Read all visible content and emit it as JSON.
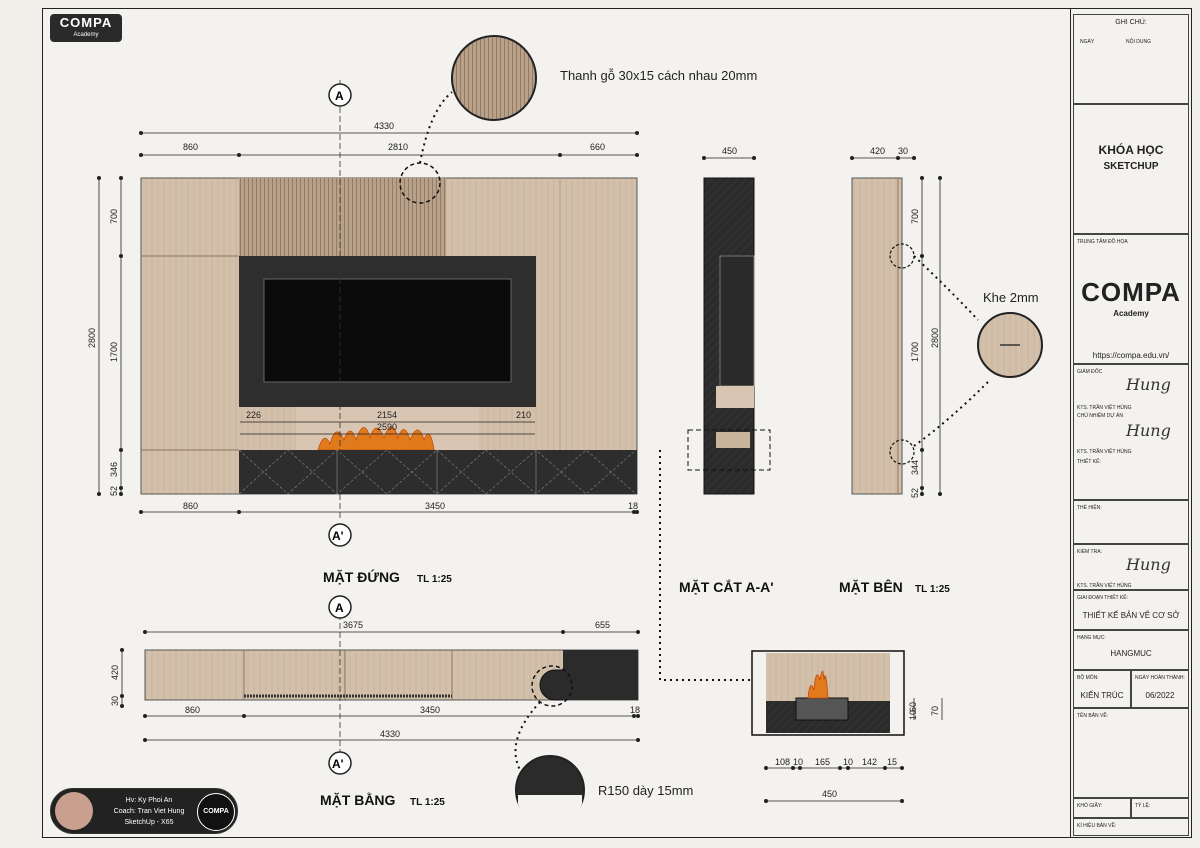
{
  "brand": {
    "name": "COMPA",
    "sub": "Academy",
    "website": "https://compa.edu.vn/"
  },
  "notes": {
    "slat": "Thanh gỗ 30x15 cách nhau 20mm",
    "gap": "Khe 2mm",
    "radius": "R150 dày 15mm"
  },
  "views": {
    "front": {
      "title": "MẶT ĐỨNG",
      "scale": "TL 1:25"
    },
    "section": {
      "title": "MẶT CẮT A-A'"
    },
    "side": {
      "title": "MẶT BÊN",
      "scale": "TL 1:25"
    },
    "plan": {
      "title": "MẶT BẰNG",
      "scale": "TL 1:25"
    }
  },
  "markers": {
    "a": "A",
    "a_prime": "A'"
  },
  "dims": {
    "front": {
      "total_w": "4330",
      "w1": "860",
      "w2": "2810",
      "w3": "660",
      "bot1": "860",
      "bot2": "3450",
      "bot3": "18",
      "h_total": "2800",
      "h1": "700",
      "h2": "1700",
      "h3": "346",
      "h4": "52",
      "fp_left": "226",
      "fp_mid": "2154",
      "fp_right": "210",
      "fp_total": "2590"
    },
    "section": {
      "w": "450"
    },
    "side": {
      "w1": "420",
      "w2": "30",
      "h1": "700",
      "h2": "1700",
      "h3": "344",
      "h4": "52",
      "h_total": "2800"
    },
    "plan": {
      "top1": "3675",
      "top2": "655",
      "h1": "420",
      "h2": "30",
      "b1": "860",
      "b2": "3450",
      "b3": "18",
      "total": "4330"
    },
    "detail": {
      "d1": "108",
      "d2": "10",
      "d3": "165",
      "d4": "10",
      "d5": "142",
      "d6": "15",
      "total": "450",
      "v1": "60",
      "v2": "10",
      "v3": "70"
    }
  },
  "titleblock": {
    "notes_header": "GHI CHÚ:",
    "col_date": "NGÀY",
    "col_content": "NỘI DUNG",
    "course": "KHÓA HỌC",
    "course_sub": "SKETCHUP",
    "center_label": "TRUNG TÂM ĐỒ HỌA",
    "director_label": "GIÁM ĐỐC",
    "director_name": "KTS. TRẦN VIỆT HÙNG",
    "pm_label": "CHỦ NHIỆM DỰ ÁN",
    "pm_name": "KTS. TRẦN VIỆT HÙNG",
    "design_label": "THIẾT KẾ:",
    "drawn_label": "THỂ HIỆN:",
    "check_label": "KIỂM TRA:",
    "check_name": "KTS. TRẦN VIỆT HÙNG",
    "stage_label": "GIAI ĐOẠN THIẾT KẾ:",
    "stage_value": "THIẾT KẾ BẢN VẼ CƠ SỞ",
    "item_label": "HẠNG MỤC:",
    "item_value": "HANGMUC",
    "dept_label": "BỘ MÔN:",
    "dept_value": "KIẾN TRÚC",
    "date_label": "NGÀY HOÀN THÀNH:",
    "date_value": "06/2022",
    "drawing_label": "TÊN BẢN VẼ:",
    "paper_label": "KHỔ GIẤY:",
    "ratio_label": "TỶ LỆ:",
    "code_label": "KÍ HIỆU BẢN VẼ:",
    "signature": "Hung"
  },
  "author": {
    "line1": "Hv: Ky Phoi An",
    "line2": "Coach: Tran Viet Hung",
    "line3": "SketchUp - X65"
  },
  "colors": {
    "wood": "#cdb8a2",
    "dark": "#2b2b2b",
    "frame": "#222222"
  }
}
